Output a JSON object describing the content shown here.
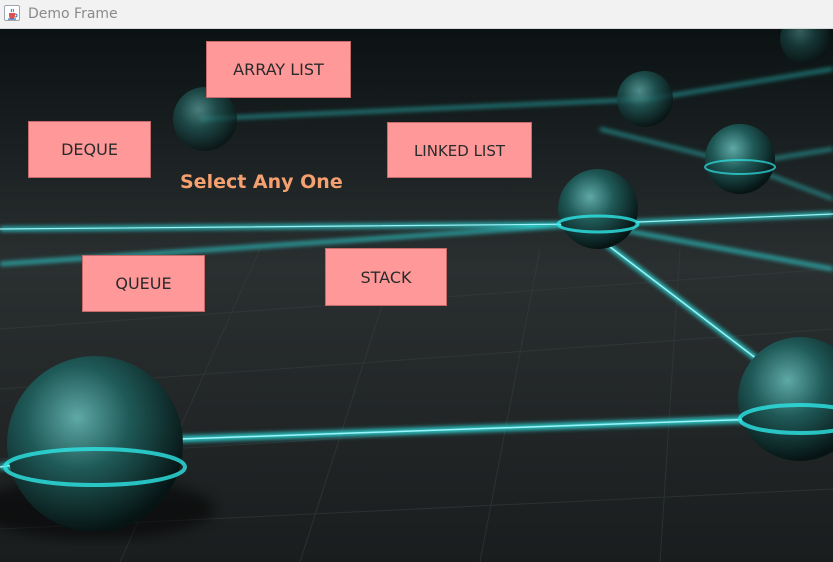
{
  "window": {
    "title": "Demo Frame",
    "icon": "java-cup-icon"
  },
  "main": {
    "prompt": "Select Any One",
    "buttons": {
      "array_list": "ARRAY LIST",
      "deque": "DEQUE",
      "linked_list": "LINKED LIST",
      "queue": "QUEUE",
      "stack": "STACK"
    }
  },
  "colors": {
    "button_bg": "#ff9999",
    "prompt_text": "#f5a070",
    "accent_line": "#2ee6e6"
  }
}
